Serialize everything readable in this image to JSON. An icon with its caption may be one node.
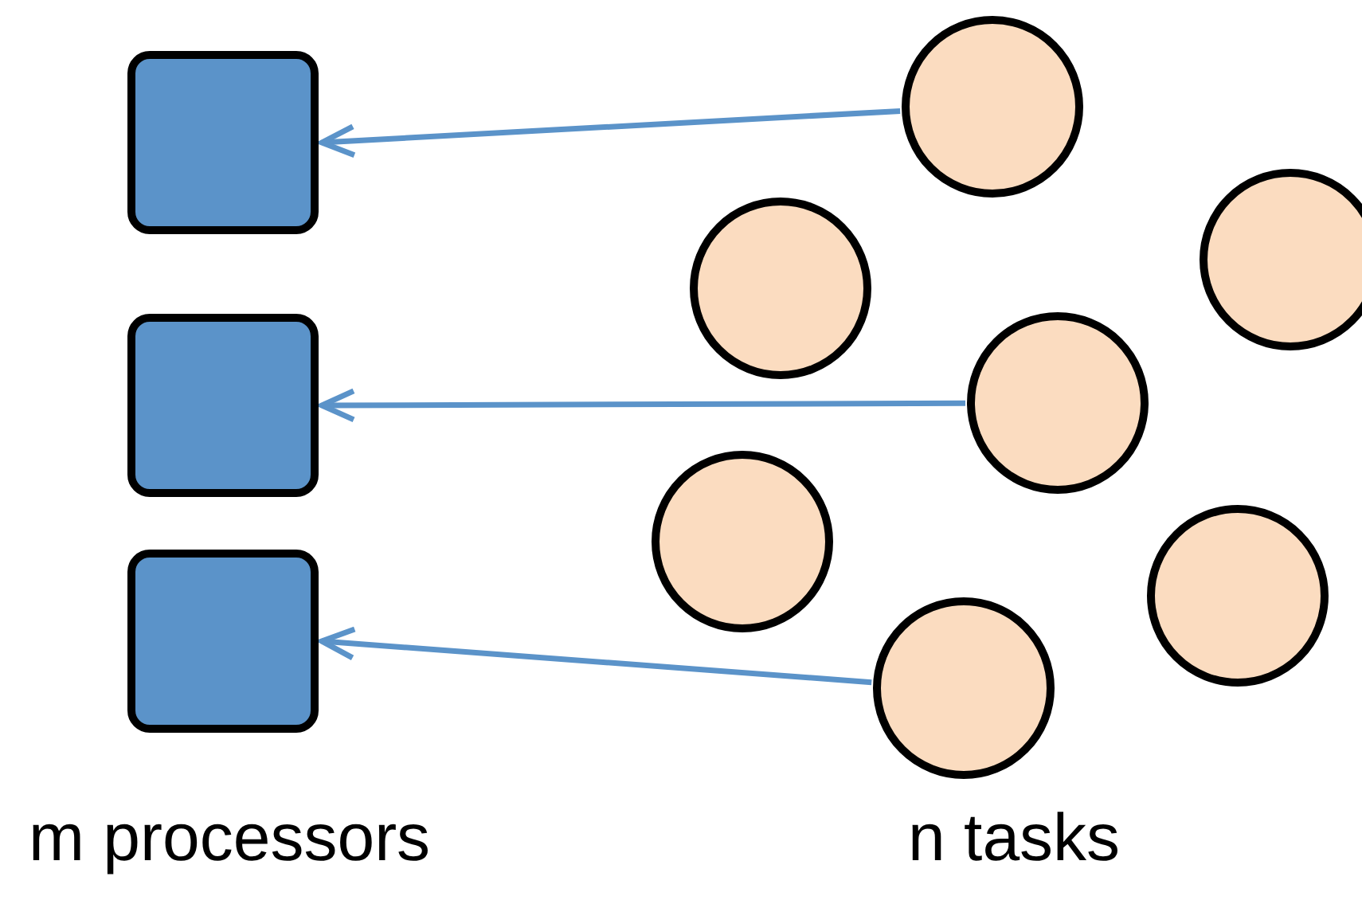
{
  "diagram": {
    "nodes": [
      {
        "text": [],
        "shape": "box"
      },
      {
        "text": [],
        "shape": "box"
      },
      {
        "text": [],
        "shape": "box"
      },
      {
        "text": [],
        "shape": "circle"
      },
      {
        "text": [],
        "shape": "circle"
      },
      {
        "text": [],
        "shape": "circle"
      },
      {
        "text": [],
        "shape": "circle"
      },
      {
        "text": [],
        "shape": "circle"
      },
      {
        "text": [],
        "shape": "circle"
      },
      {
        "text": [],
        "shape": "circle"
      }
    ],
    "edges": [
      {
        "from": 3,
        "to": 0,
        "arrow": "to"
      },
      {
        "from": 6,
        "to": 1,
        "arrow": "to"
      },
      {
        "from": 9,
        "to": 2,
        "arrow": "to"
      }
    ],
    "labels": [
      "m processors",
      "n tasks"
    ]
  }
}
